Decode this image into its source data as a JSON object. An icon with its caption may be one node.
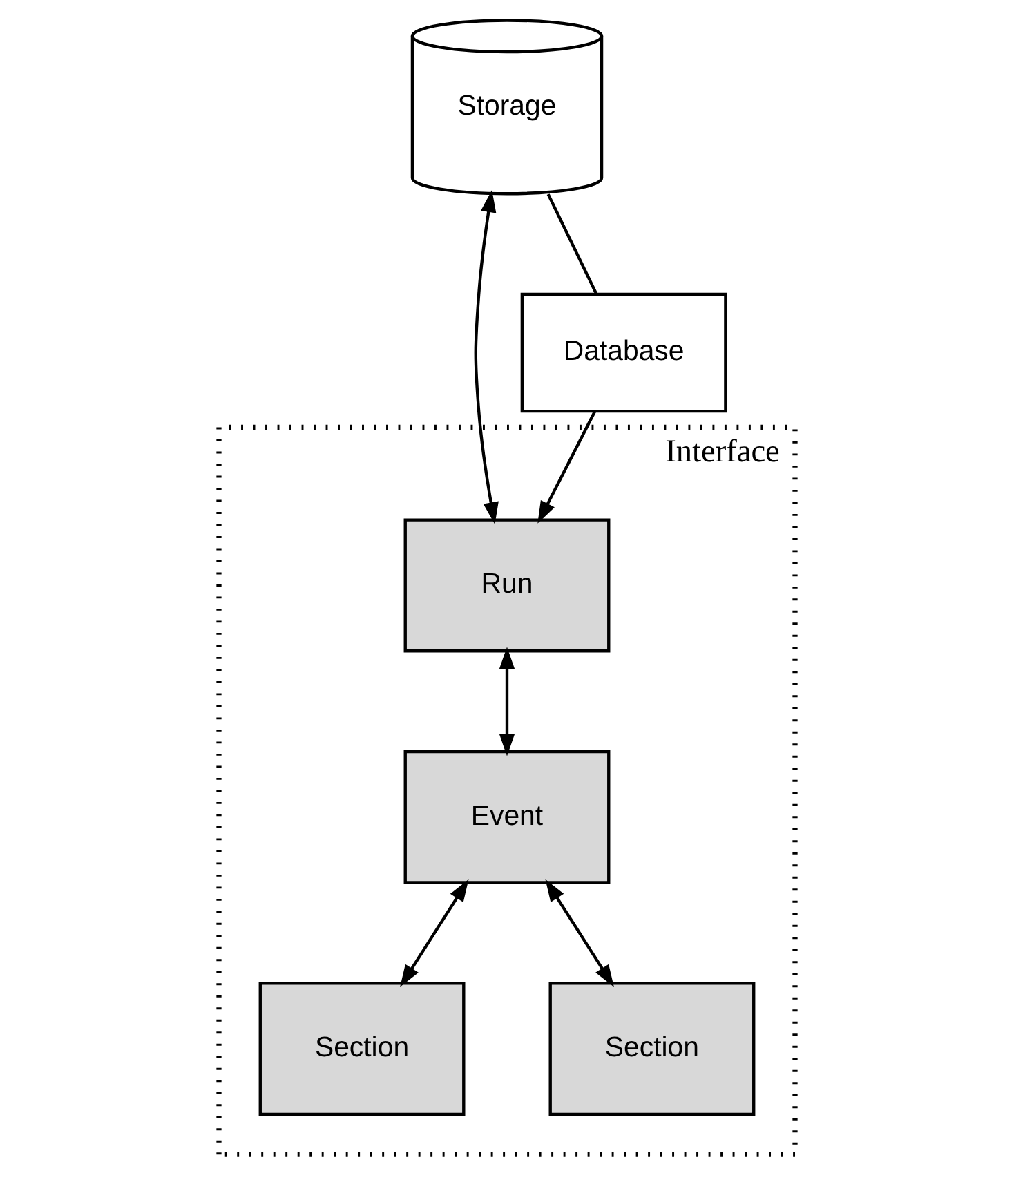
{
  "diagram": {
    "nodes": [
      {
        "text": [
          "Storage"
        ]
      },
      {
        "text": [
          "Interface"
        ]
      },
      {
        "text": [
          "Database"
        ]
      },
      {
        "text": [
          "Run"
        ],
        "in": 1
      },
      {
        "text": [
          "Event"
        ],
        "in": 1
      },
      {
        "text": [
          "Section"
        ],
        "in": 1
      },
      {
        "text": [
          "Section"
        ],
        "in": 1
      }
    ],
    "edges": [
      {
        "from": 0,
        "to": 2,
        "arrow": "none"
      },
      {
        "from": 0,
        "to": 3,
        "arrow": "both"
      },
      {
        "from": 2,
        "to": 3,
        "arrow": "to"
      },
      {
        "from": 3,
        "to": 4,
        "arrow": "both"
      },
      {
        "from": 4,
        "to": 5,
        "arrow": "both"
      },
      {
        "from": 4,
        "to": 6,
        "arrow": "both"
      }
    ]
  }
}
